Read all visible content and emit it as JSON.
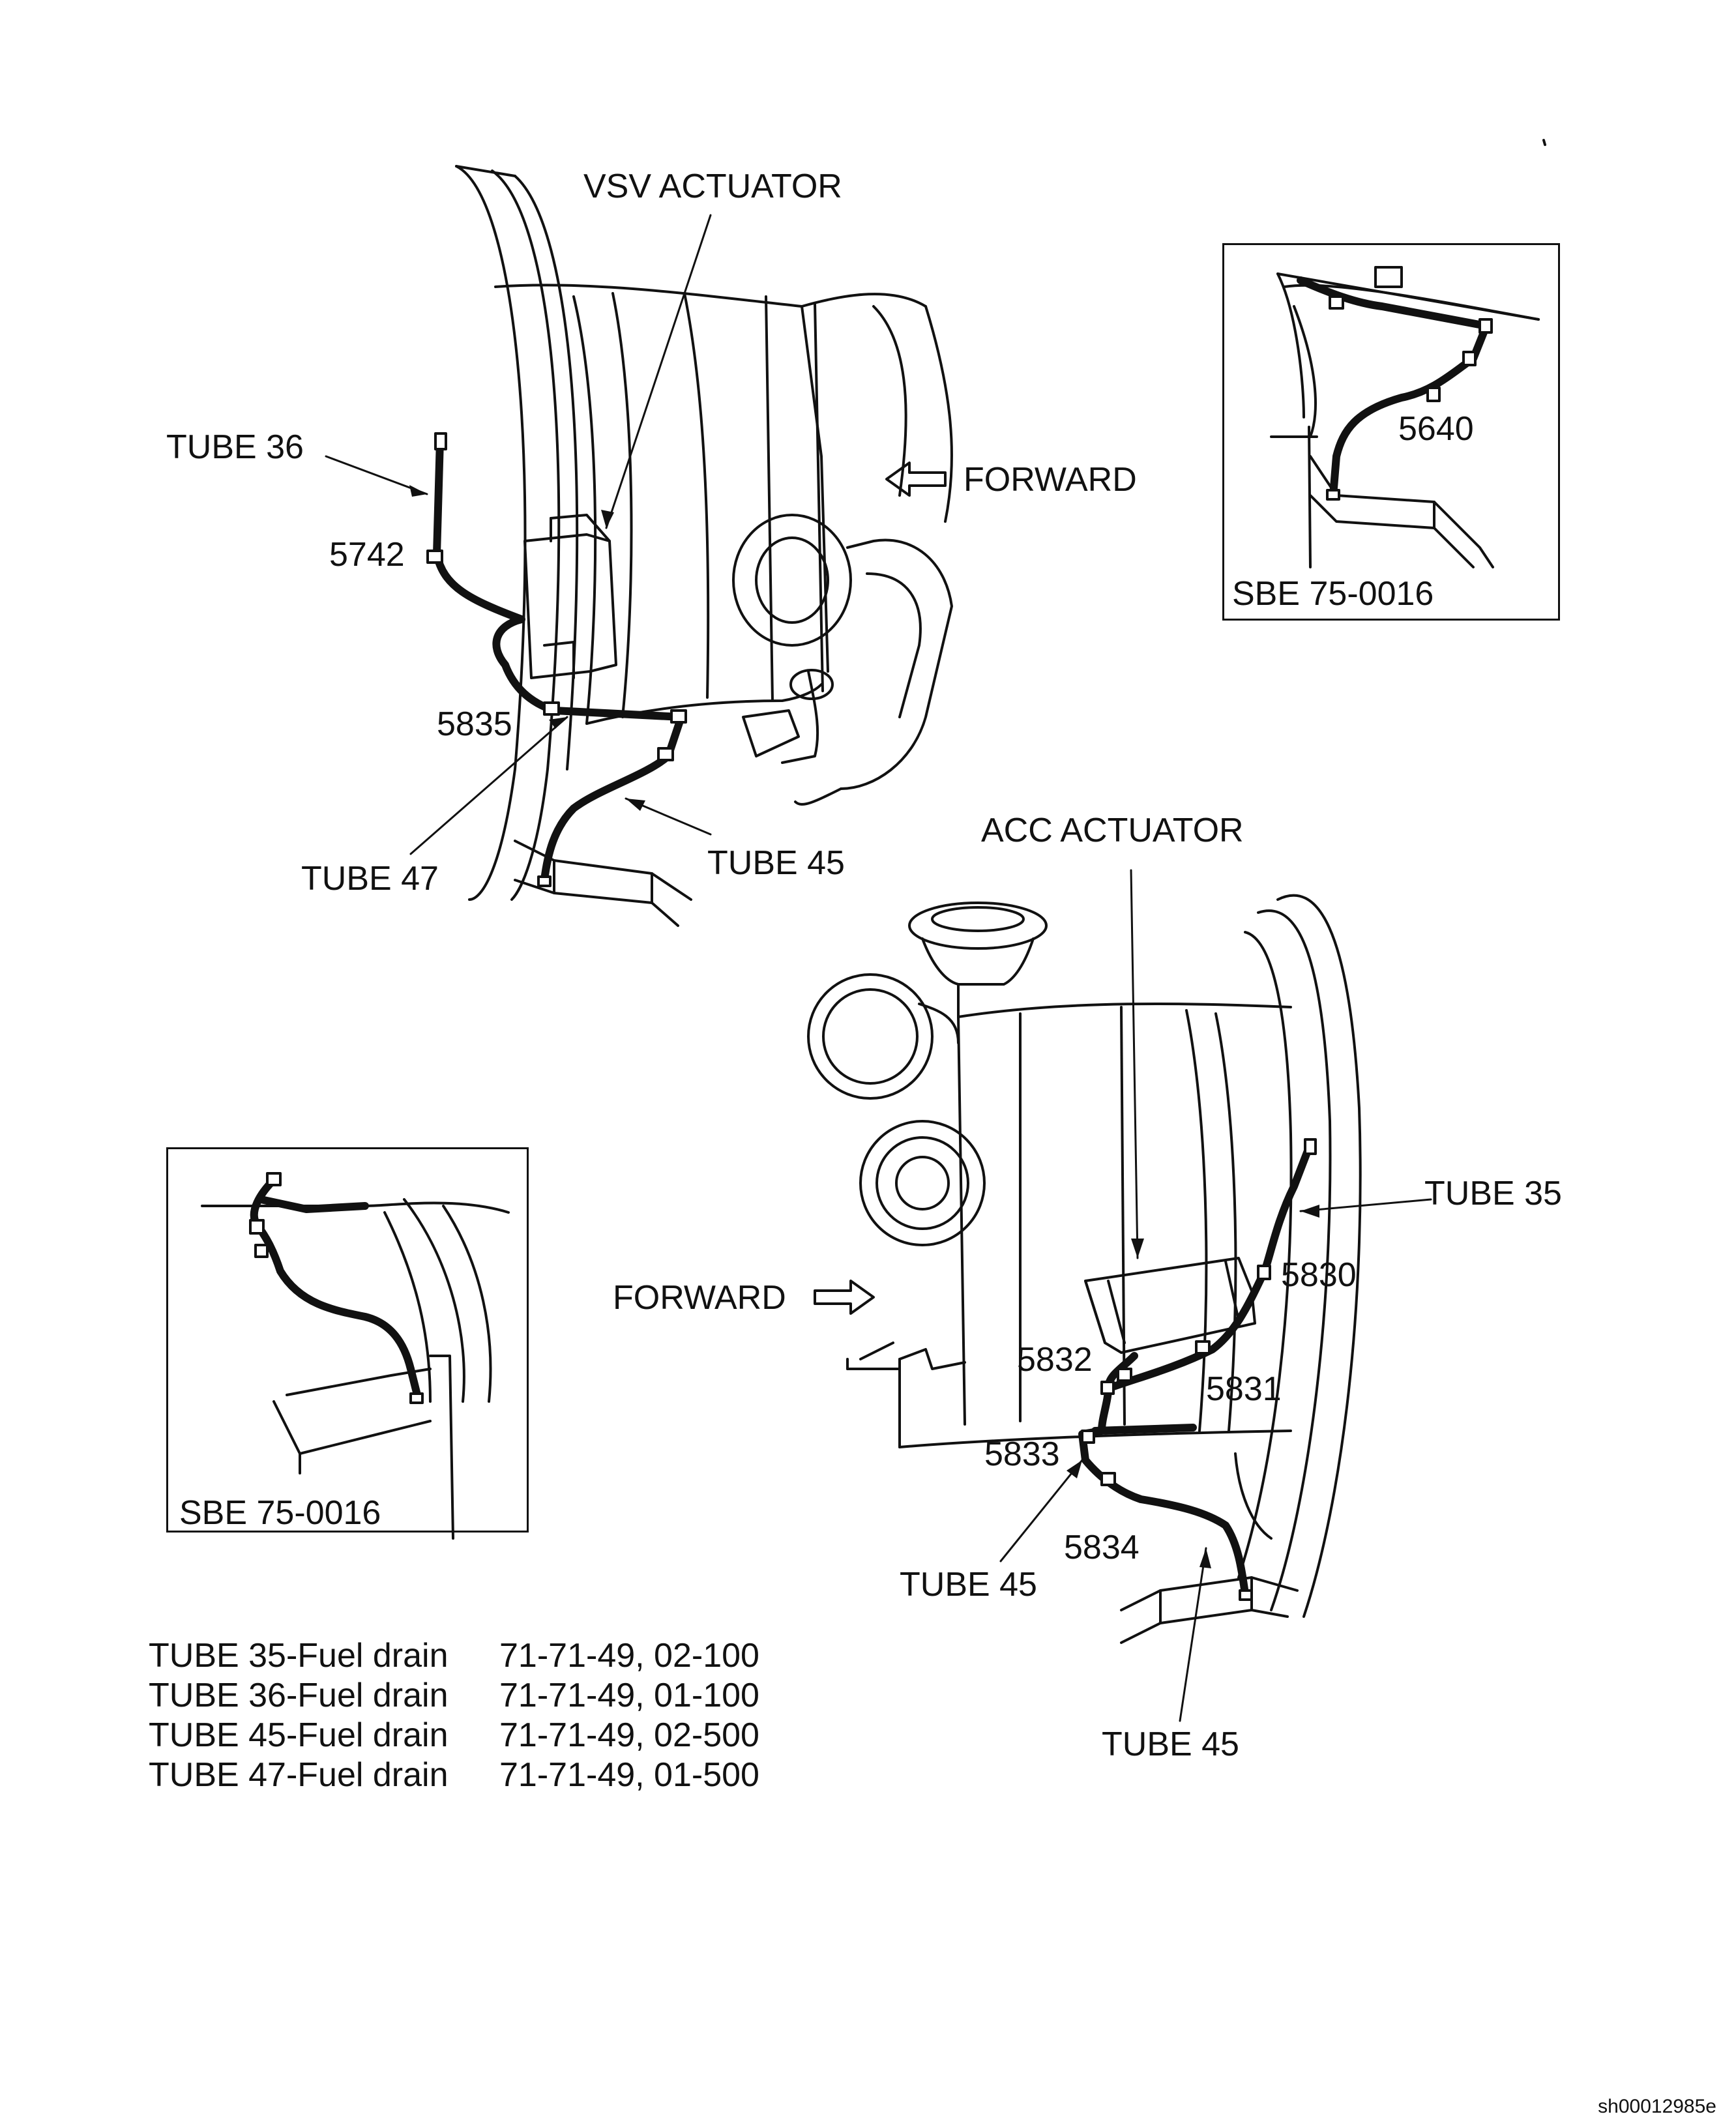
{
  "labels": {
    "vsv_actuator": "VSV ACTUATOR",
    "acc_actuator": "ACC ACTUATOR",
    "forward_top": "FORWARD",
    "forward_bottom": "FORWARD",
    "tube36": "TUBE 36",
    "tube47": "TUBE 47",
    "tube45_top": "TUBE 45",
    "tube35": "TUBE 35",
    "tube45_mid": "TUBE 45",
    "tube45_bottom": "TUBE 45",
    "n5742": "5742",
    "n5835": "5835",
    "n5640": "5640",
    "n5830": "5830",
    "n5831": "5831",
    "n5832": "5832",
    "n5833": "5833",
    "n5834": "5834",
    "sbe_top": "SBE 75-0016",
    "sbe_bottom": "SBE 75-0016"
  },
  "legend": [
    {
      "name": "TUBE 35-Fuel drain",
      "ref": "71-71-49, 02-100"
    },
    {
      "name": "TUBE 36-Fuel drain",
      "ref": "71-71-49, 01-100"
    },
    {
      "name": "TUBE 45-Fuel drain",
      "ref": "71-71-49, 02-500"
    },
    {
      "name": "TUBE 47-Fuel drain",
      "ref": "71-71-49, 01-500"
    }
  ],
  "ids": {
    "side": "de00012985d",
    "corner": "sh00012985e"
  }
}
